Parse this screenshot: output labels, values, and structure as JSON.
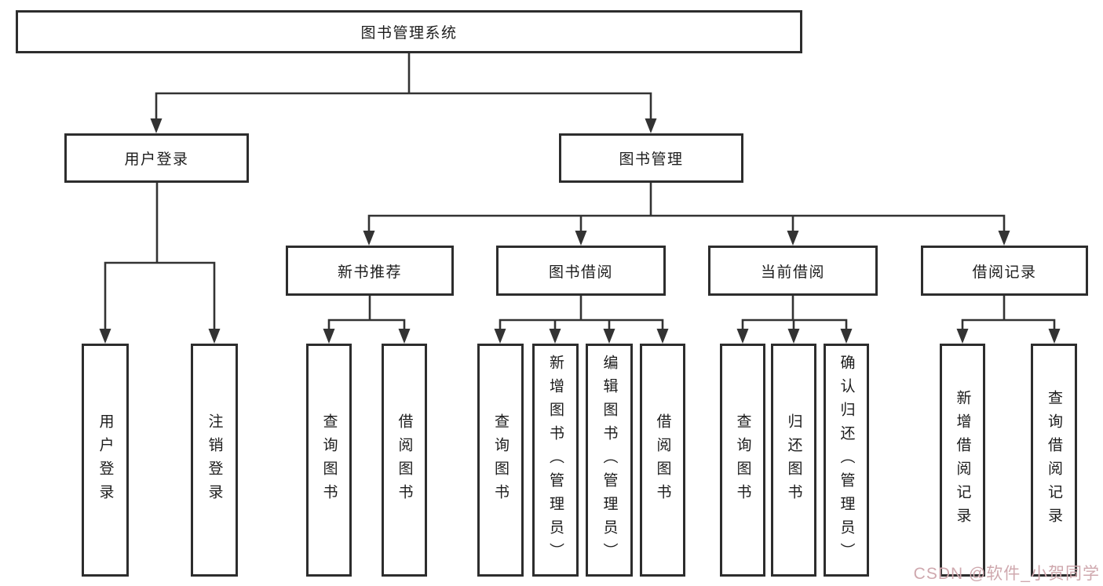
{
  "diagram": {
    "root": {
      "label": "图书管理系统"
    },
    "level2": {
      "user_login": {
        "label": "用户登录"
      },
      "book_mgmt": {
        "label": "图书管理"
      }
    },
    "level3": {
      "new_books": {
        "label": "新书推荐"
      },
      "book_borrow": {
        "label": "图书借阅"
      },
      "current_borrow": {
        "label": "当前借阅"
      },
      "borrow_records": {
        "label": "借阅记录"
      }
    },
    "leaves": {
      "user_login": [
        "用户登录",
        "注销登录"
      ],
      "new_books": [
        "查询图书",
        "借阅图书"
      ],
      "book_borrow": [
        "查询图书",
        "新增图书（管理员）",
        "编辑图书（管理员）",
        "借阅图书"
      ],
      "current_borrow": [
        "查询图书",
        "归还图书",
        "确认归还（管理员）"
      ],
      "borrow_records": [
        "新增借阅记录",
        "查询借阅记录"
      ]
    }
  },
  "watermark": {
    "text": "CSDN @软件_小贺同学"
  },
  "colors": {
    "line": "#333333",
    "border": "#2d2d2d",
    "text": "#1c1c1c",
    "background": "#ffffff",
    "watermark": "#cfa8ae"
  }
}
